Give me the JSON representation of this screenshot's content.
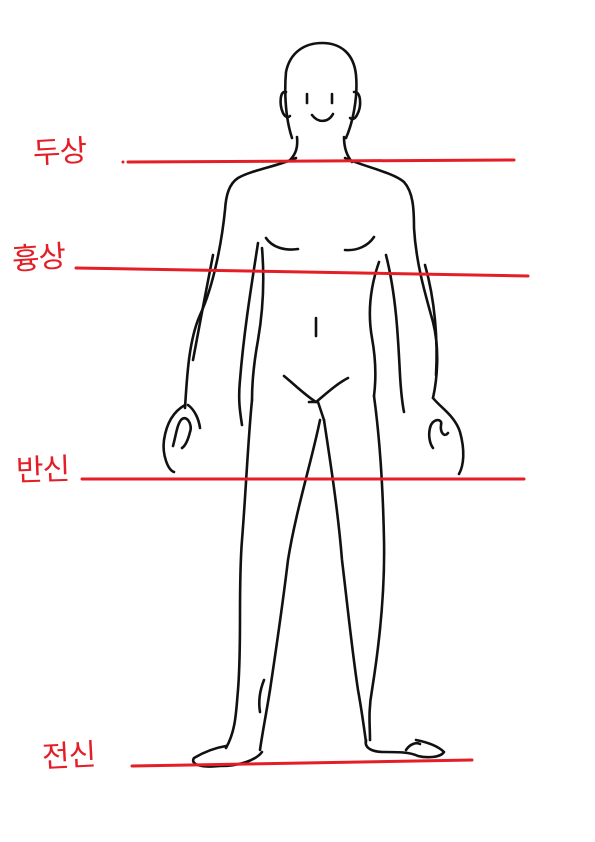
{
  "diagram": {
    "shot_labels": [
      {
        "text": "두상"
      },
      {
        "text": "흉상"
      },
      {
        "text": "반신"
      },
      {
        "text": "전신"
      }
    ],
    "colors": {
      "guide": "#e41e26",
      "figure": "#111111",
      "background": "#ffffff"
    }
  }
}
